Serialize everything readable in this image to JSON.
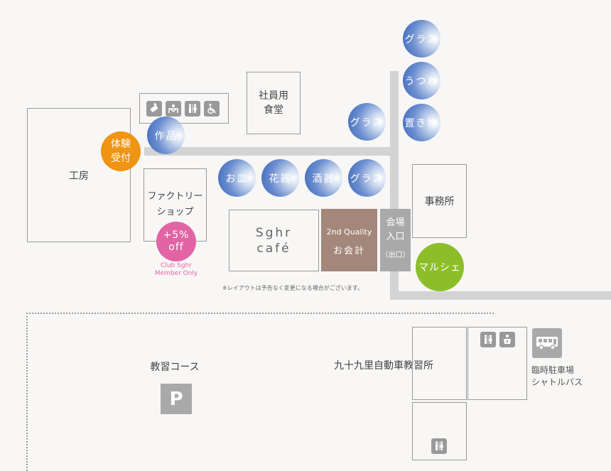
{
  "buildings": {
    "kobo": "工房",
    "shain_shokudo": "社員用\n食堂",
    "factory_shop": "ファクトリー\nショップ",
    "jimusho": "事務所",
    "cafe": "Sghr\ncafé",
    "second_quality": "2nd Quality",
    "okaikei": "お会計",
    "entrance": "会場\n入口",
    "exit": "（出口）",
    "school": "九十九里自動車教習所"
  },
  "circles": {
    "taiken": "体験\n受付",
    "sakuhin": "作品",
    "osara": "お皿",
    "kaki": "花器",
    "shuki": "酒器",
    "glass_row": "グラス",
    "glass_mid": "グラス",
    "glass_top": "グラス",
    "utsuwa": "うつわ",
    "okimono": "置き物",
    "marche": "マルシェ",
    "discount": "+5%\noff",
    "club_note": "Club Sghr\nMember Only"
  },
  "notes": {
    "layout_notice": "※レイアウトは予告なく変更になる場合がございます。",
    "course": "教習コース",
    "parking_symbol": "P",
    "shuttle": "臨時駐車場\nシャトルバス"
  },
  "colors": {
    "orange": "#ef9413",
    "pink": "#e264a4",
    "green": "#8cbe2a",
    "brown": "#a3877a",
    "gray_box": "#a9a9a9",
    "icon_gray": "#999999"
  },
  "icons": [
    "nursing-bottle-icon",
    "diaper-change-icon",
    "restroom-icon",
    "wheelchair-icon",
    "restroom-icon",
    "baby-room-icon",
    "bus-icon"
  ]
}
